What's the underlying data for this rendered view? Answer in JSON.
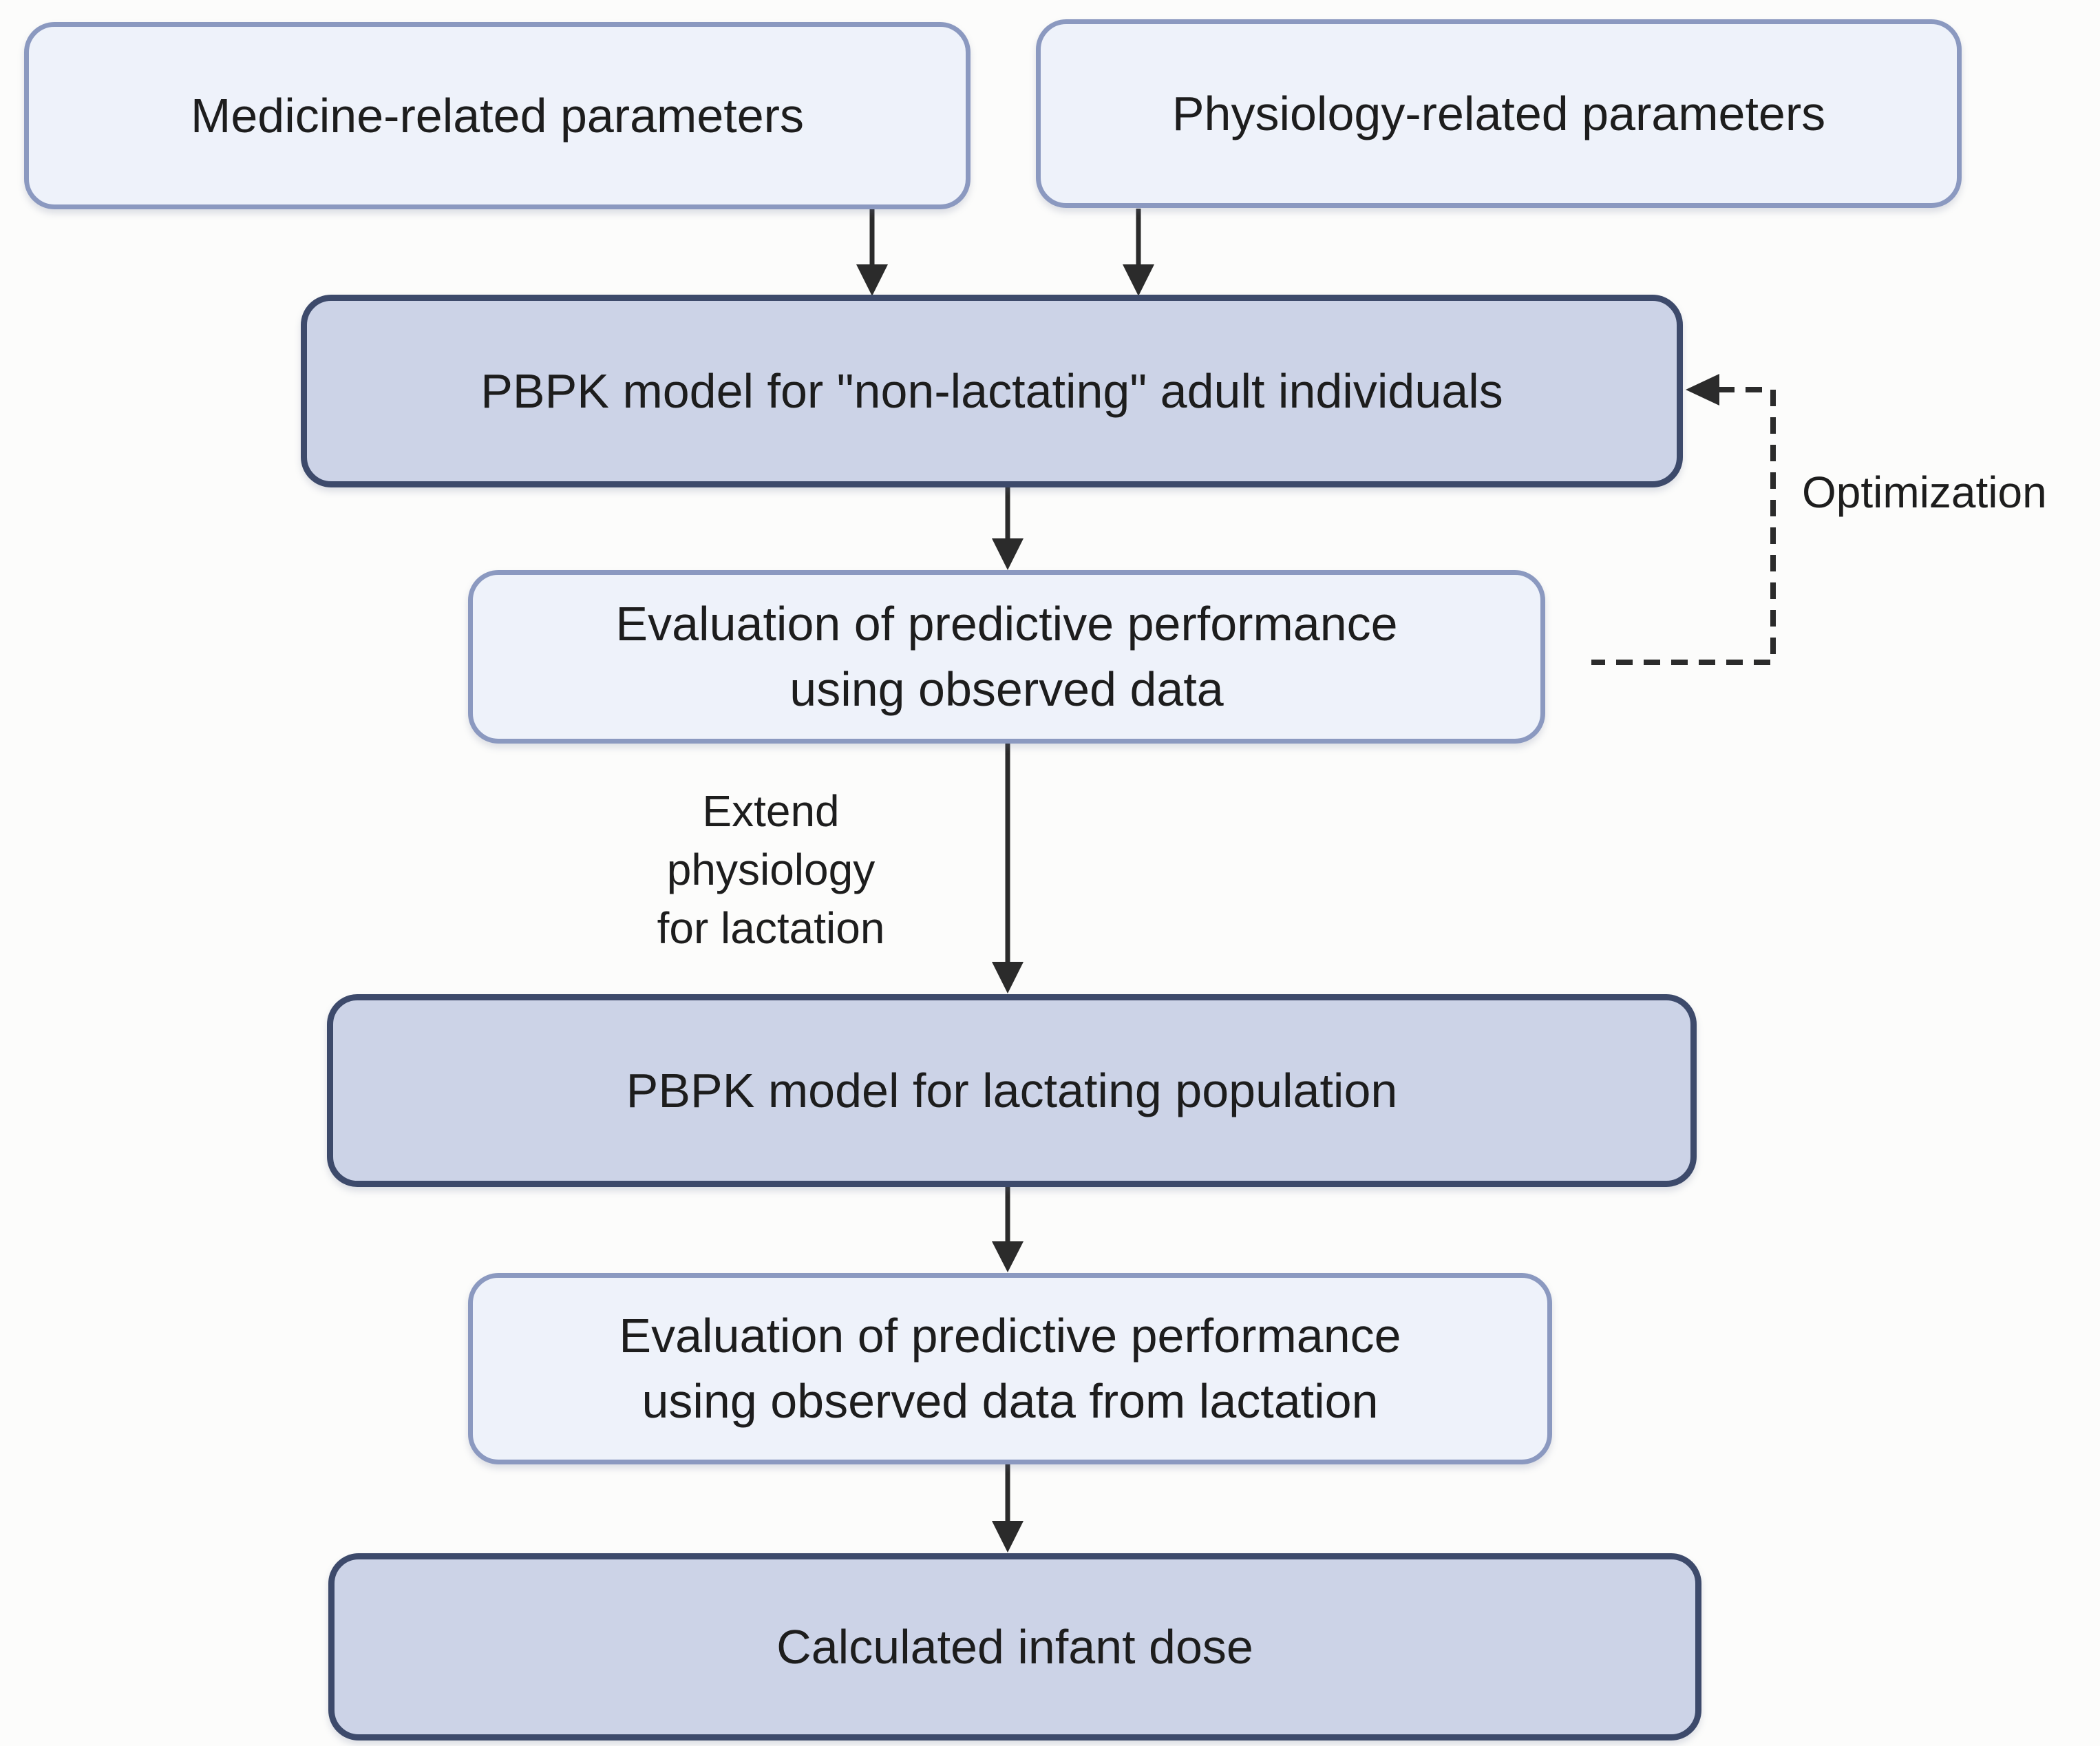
{
  "flowchart": {
    "inputs": {
      "medicine": "Medicine-related parameters",
      "physiology": "Physiology-related parameters"
    },
    "adult_model": "PBPK model for \"non-lactating\" adult individuals",
    "adult_evaluation": {
      "line1": "Evaluation of predictive performance",
      "line2": "using observed data"
    },
    "optimization_label": "Optimization",
    "extend_label": {
      "line1": "Extend",
      "line2": "physiology",
      "line3": "for lactation"
    },
    "lactating_model": "PBPK model for lactating population",
    "lactation_evaluation": {
      "line1": "Evaluation of predictive performance",
      "line2": "using observed data from lactation"
    },
    "result": "Calculated infant dose"
  },
  "colors": {
    "bg_color": "#fcfcfb",
    "box_light_fill": "#eef2fa",
    "box_light_border": "#8b99c0",
    "box_dark_fill": "#ccd3e7",
    "box_dark_border": "#3d4a6b",
    "arrow_color": "#2b2b2b",
    "text_color": "#1d1d1d"
  }
}
